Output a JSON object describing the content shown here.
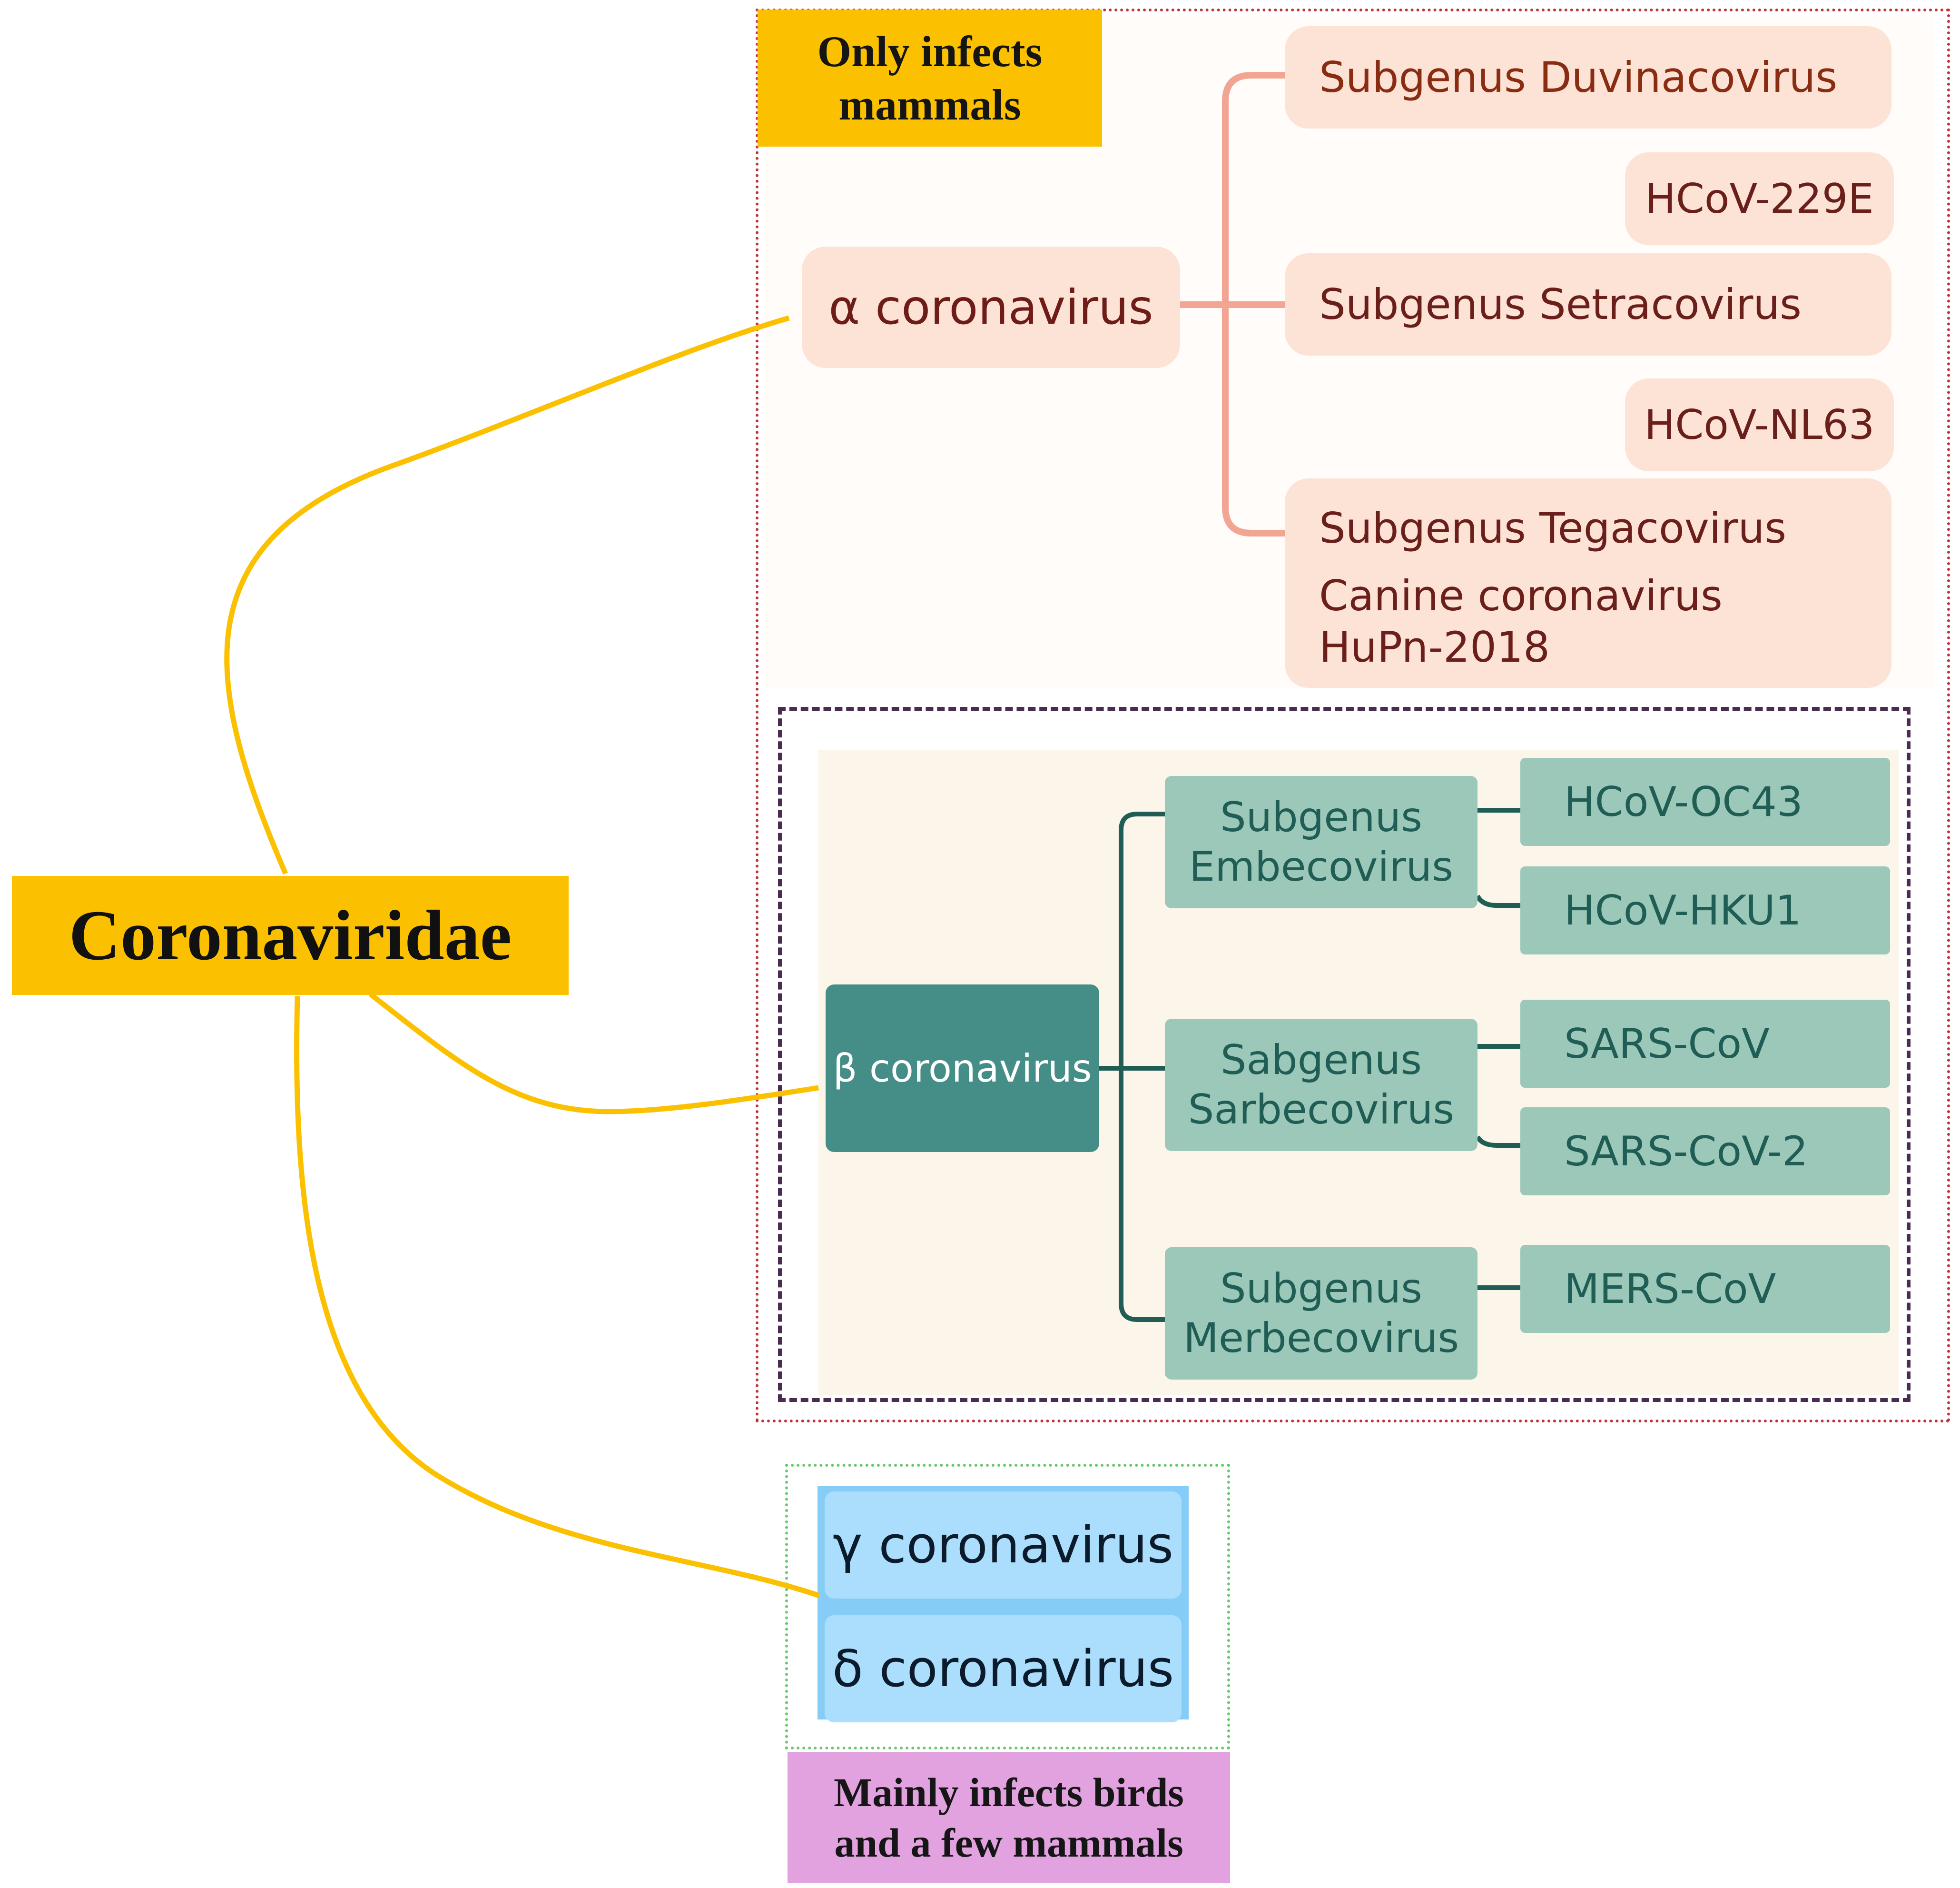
{
  "title": "Coronaviridae",
  "notes": {
    "mammals": [
      "Only infects",
      "mammals"
    ],
    "birds": [
      "Mainly infects birds",
      "and a few mammals"
    ]
  },
  "alpha": {
    "label": "α coronavirus",
    "subgenera": [
      {
        "name": "Subgenus Duvinacovirus",
        "member": "HCoV-229E"
      },
      {
        "name": "Subgenus Setracovirus",
        "member": "HCoV-NL63"
      },
      {
        "name": "Subgenus Tegacovirus",
        "members": [
          "Canine coronavirus",
          "HuPn-2018"
        ]
      }
    ]
  },
  "beta": {
    "label": "β coronavirus",
    "subgenera": [
      {
        "name": [
          "Subgenus",
          "Embecovirus"
        ],
        "members": [
          "HCoV-OC43",
          "HCoV-HKU1"
        ]
      },
      {
        "name": [
          "Sabgenus",
          "Sarbecovirus"
        ],
        "members": [
          "SARS-CoV",
          "SARS-CoV-2"
        ]
      },
      {
        "name": [
          "Subgenus",
          "Merbecovirus"
        ],
        "members": [
          "MERS-CoV"
        ]
      }
    ]
  },
  "gamma": {
    "label": "γ coronavirus"
  },
  "delta": {
    "label": "δ coronavirus"
  },
  "colors": {
    "yellow": "#fbc100",
    "alpha_node": "#fde3d6",
    "alpha_line": "#f2a592",
    "beta_dark": "#458e87",
    "beta_light": "#9cc8b9",
    "beta_line": "#1f5d55",
    "gd_light": "#abdefc",
    "pink": "#e2a1df"
  }
}
